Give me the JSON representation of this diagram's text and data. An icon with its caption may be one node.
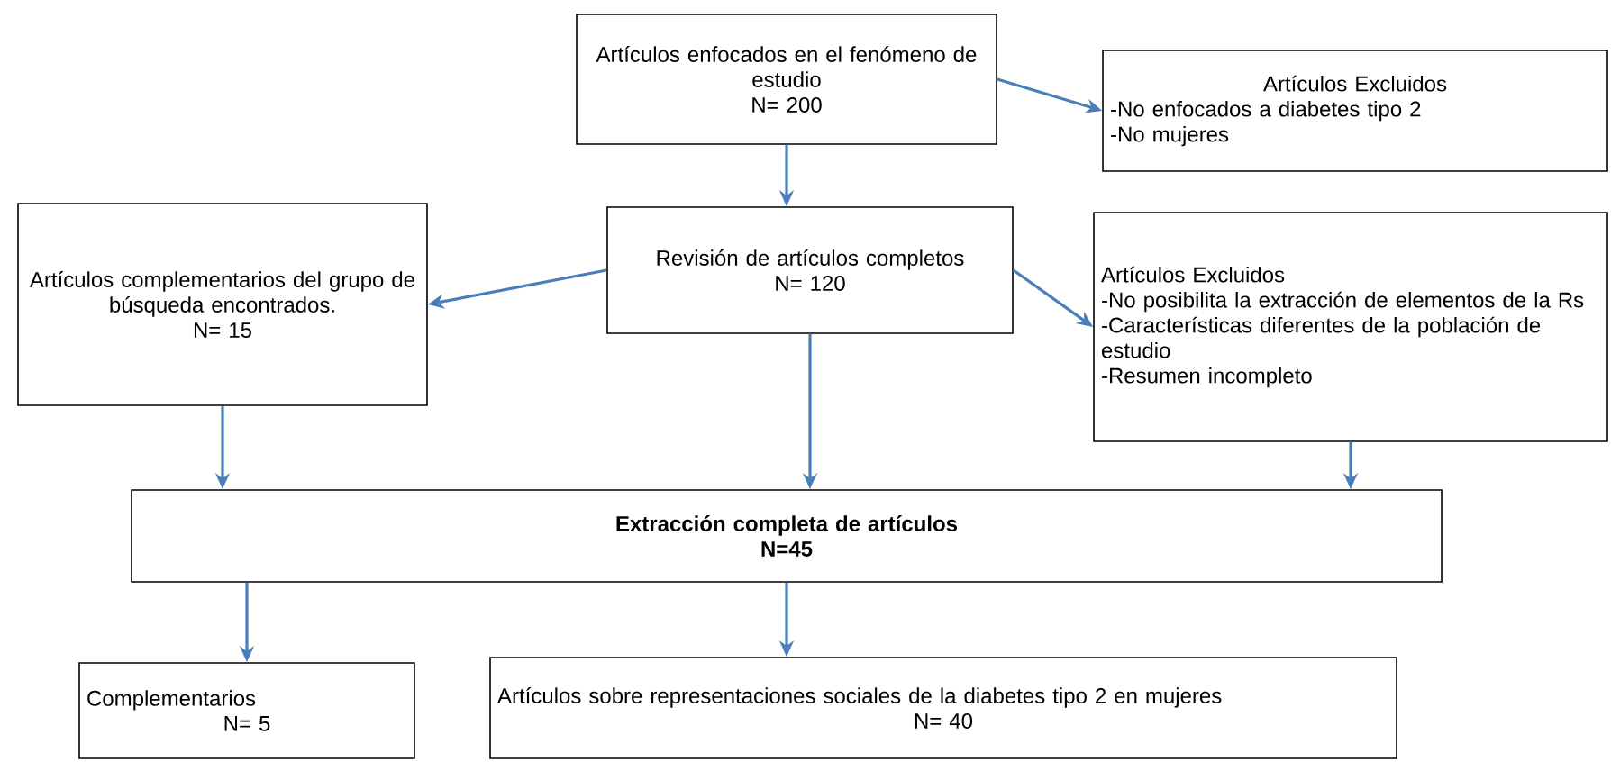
{
  "diagram": {
    "nodes": [
      {
        "text": [
          "Artículos enfocados en el fenómeno de estudio",
          "N= 200"
        ]
      },
      {
        "text": [
          "Artículos Excluidos",
          "-No enfocados a diabetes tipo 2",
          "-No mujeres"
        ]
      },
      {
        "text": [
          "Artículos complementarios del grupo de búsqueda encontrados.",
          "N= 15"
        ]
      },
      {
        "text": [
          "Revisión de artículos completos",
          "N= 120"
        ]
      },
      {
        "text": [
          "Artículos Excluidos",
          "-No posibilita la extracción de elementos de la Rs",
          "-Características diferentes de la población de estudio",
          "-Resumen incompleto"
        ]
      },
      {
        "text": [
          "Extracción completa de artículos",
          "N=45"
        ]
      },
      {
        "text": [
          "Complementarios",
          "N= 5"
        ]
      },
      {
        "text": [
          "Artículos sobre representaciones sociales de la diabetes tipo 2 en mujeres",
          "N= 40"
        ]
      }
    ],
    "edges": [
      {
        "from": 0,
        "to": 1,
        "arrow": "to"
      },
      {
        "from": 0,
        "to": 3,
        "arrow": "to"
      },
      {
        "from": 3,
        "to": 2,
        "arrow": "to"
      },
      {
        "from": 3,
        "to": 4,
        "arrow": "to"
      },
      {
        "from": 2,
        "to": 5,
        "arrow": "to"
      },
      {
        "from": 3,
        "to": 5,
        "arrow": "to"
      },
      {
        "from": 4,
        "to": 5,
        "arrow": "to"
      },
      {
        "from": 5,
        "to": 6,
        "arrow": "to"
      },
      {
        "from": 5,
        "to": 7,
        "arrow": "to"
      }
    ]
  }
}
